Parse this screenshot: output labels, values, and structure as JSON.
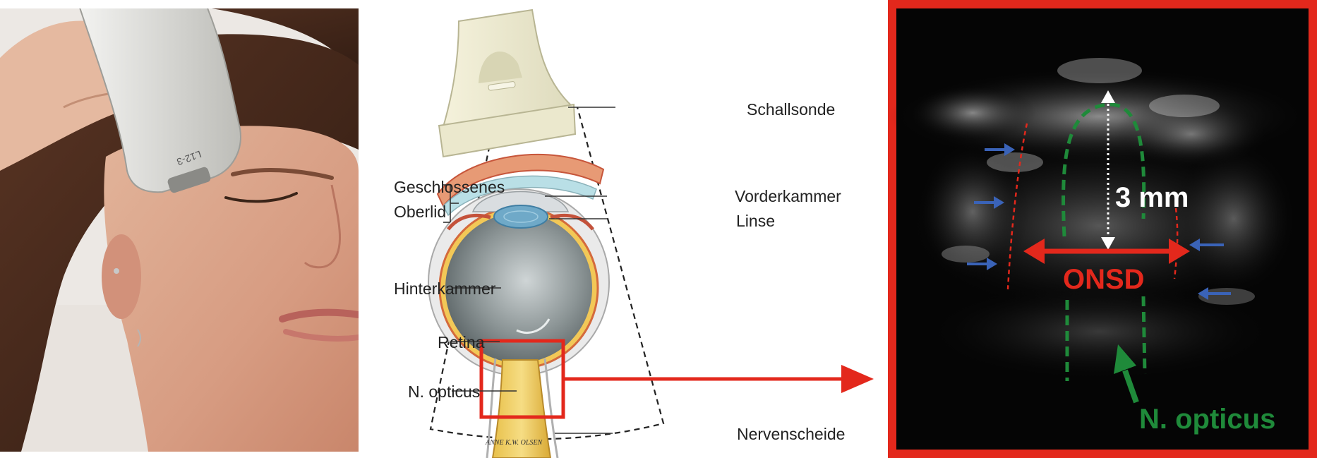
{
  "diagram": {
    "labels": {
      "schallsonde": "Schallsonde",
      "geschlossenes": "Geschlossenes",
      "oberlid": "Oberlid",
      "vorderkammer": "Vorderkammer",
      "linse": "Linse",
      "hinterkammer": "Hinterkammer",
      "retina": "Retina",
      "n_opticus": "N. opticus",
      "nervenscheide": "Nervenscheide"
    },
    "signature": "ANNE K.W. OLSEN"
  },
  "photo": {
    "probe_text": "L12-3"
  },
  "ultrasound": {
    "measure_label": "3 mm",
    "onsd_label": "ONSD",
    "nerve_label": "N. opticus"
  },
  "colors": {
    "frame_red": "#e3281c",
    "nerve_green": "#1f8a3a",
    "arrow_blue": "#3a63b8",
    "label_white": "#ffffff"
  }
}
